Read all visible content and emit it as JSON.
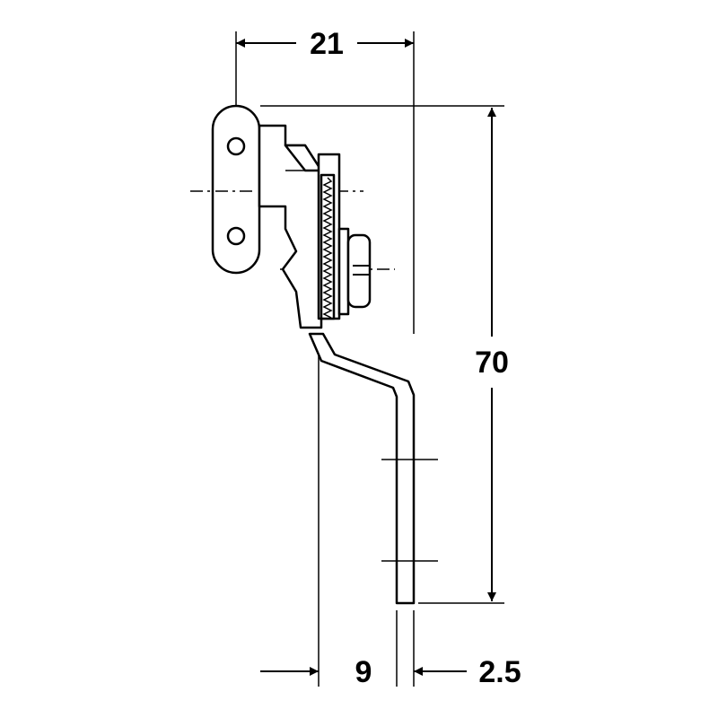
{
  "drawing": {
    "dimensions": {
      "width_top": "21",
      "height": "70",
      "offset_bottom": "9",
      "thickness": "2.5"
    },
    "colors": {
      "line": "#000000",
      "background": "#ffffff"
    }
  }
}
